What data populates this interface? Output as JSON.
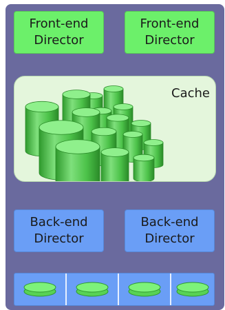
{
  "front_end_directors": [
    "Front-end\nDirector",
    "Front-end\nDirector"
  ],
  "cache": {
    "label": "Cache"
  },
  "back_end_directors": [
    "Back-end\nDirector",
    "Back-end\nDirector"
  ],
  "colors": {
    "frame": "#6a6a9e",
    "front_end": "#6cf06a",
    "cache_bg": "#e4f6dc",
    "cylinder": "#4fc44c",
    "back_end": "#6a9ef6",
    "disk": "#7df27a"
  },
  "disk_count": 4
}
